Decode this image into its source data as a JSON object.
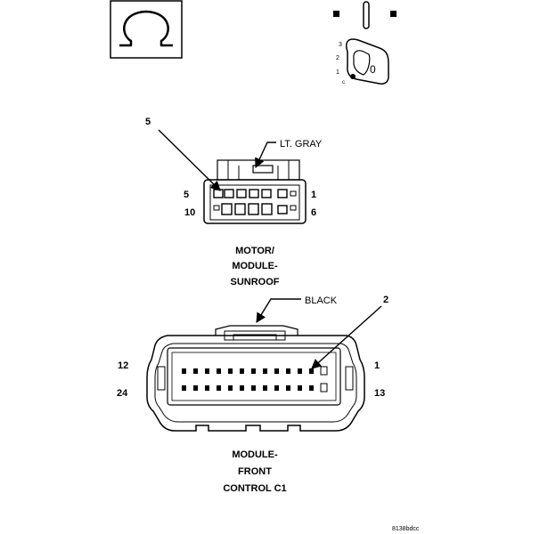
{
  "connector_one": {
    "pin_left_top": "5",
    "pin_right_top": "1",
    "pin_left_bottom": "10",
    "pin_right_bottom": "6",
    "callout_pin": "5",
    "color_label": "LT. GRAY",
    "caption_lines": [
      "MOTOR/",
      "MODULE-",
      "SUNROOF"
    ]
  },
  "connector_two": {
    "pin_left_top": "12",
    "pin_right_top": "1",
    "pin_left_bottom": "24",
    "pin_right_bottom": "13",
    "callout_pin": "2",
    "color_label": "BLACK",
    "caption_lines": [
      "MODULE-",
      "FRONT",
      "CONTROL C1"
    ]
  },
  "key_diagram": {
    "positions": [
      "3",
      "2",
      "1",
      "c"
    ],
    "tab_letter": "0"
  },
  "figure_id": "8138bdcc"
}
